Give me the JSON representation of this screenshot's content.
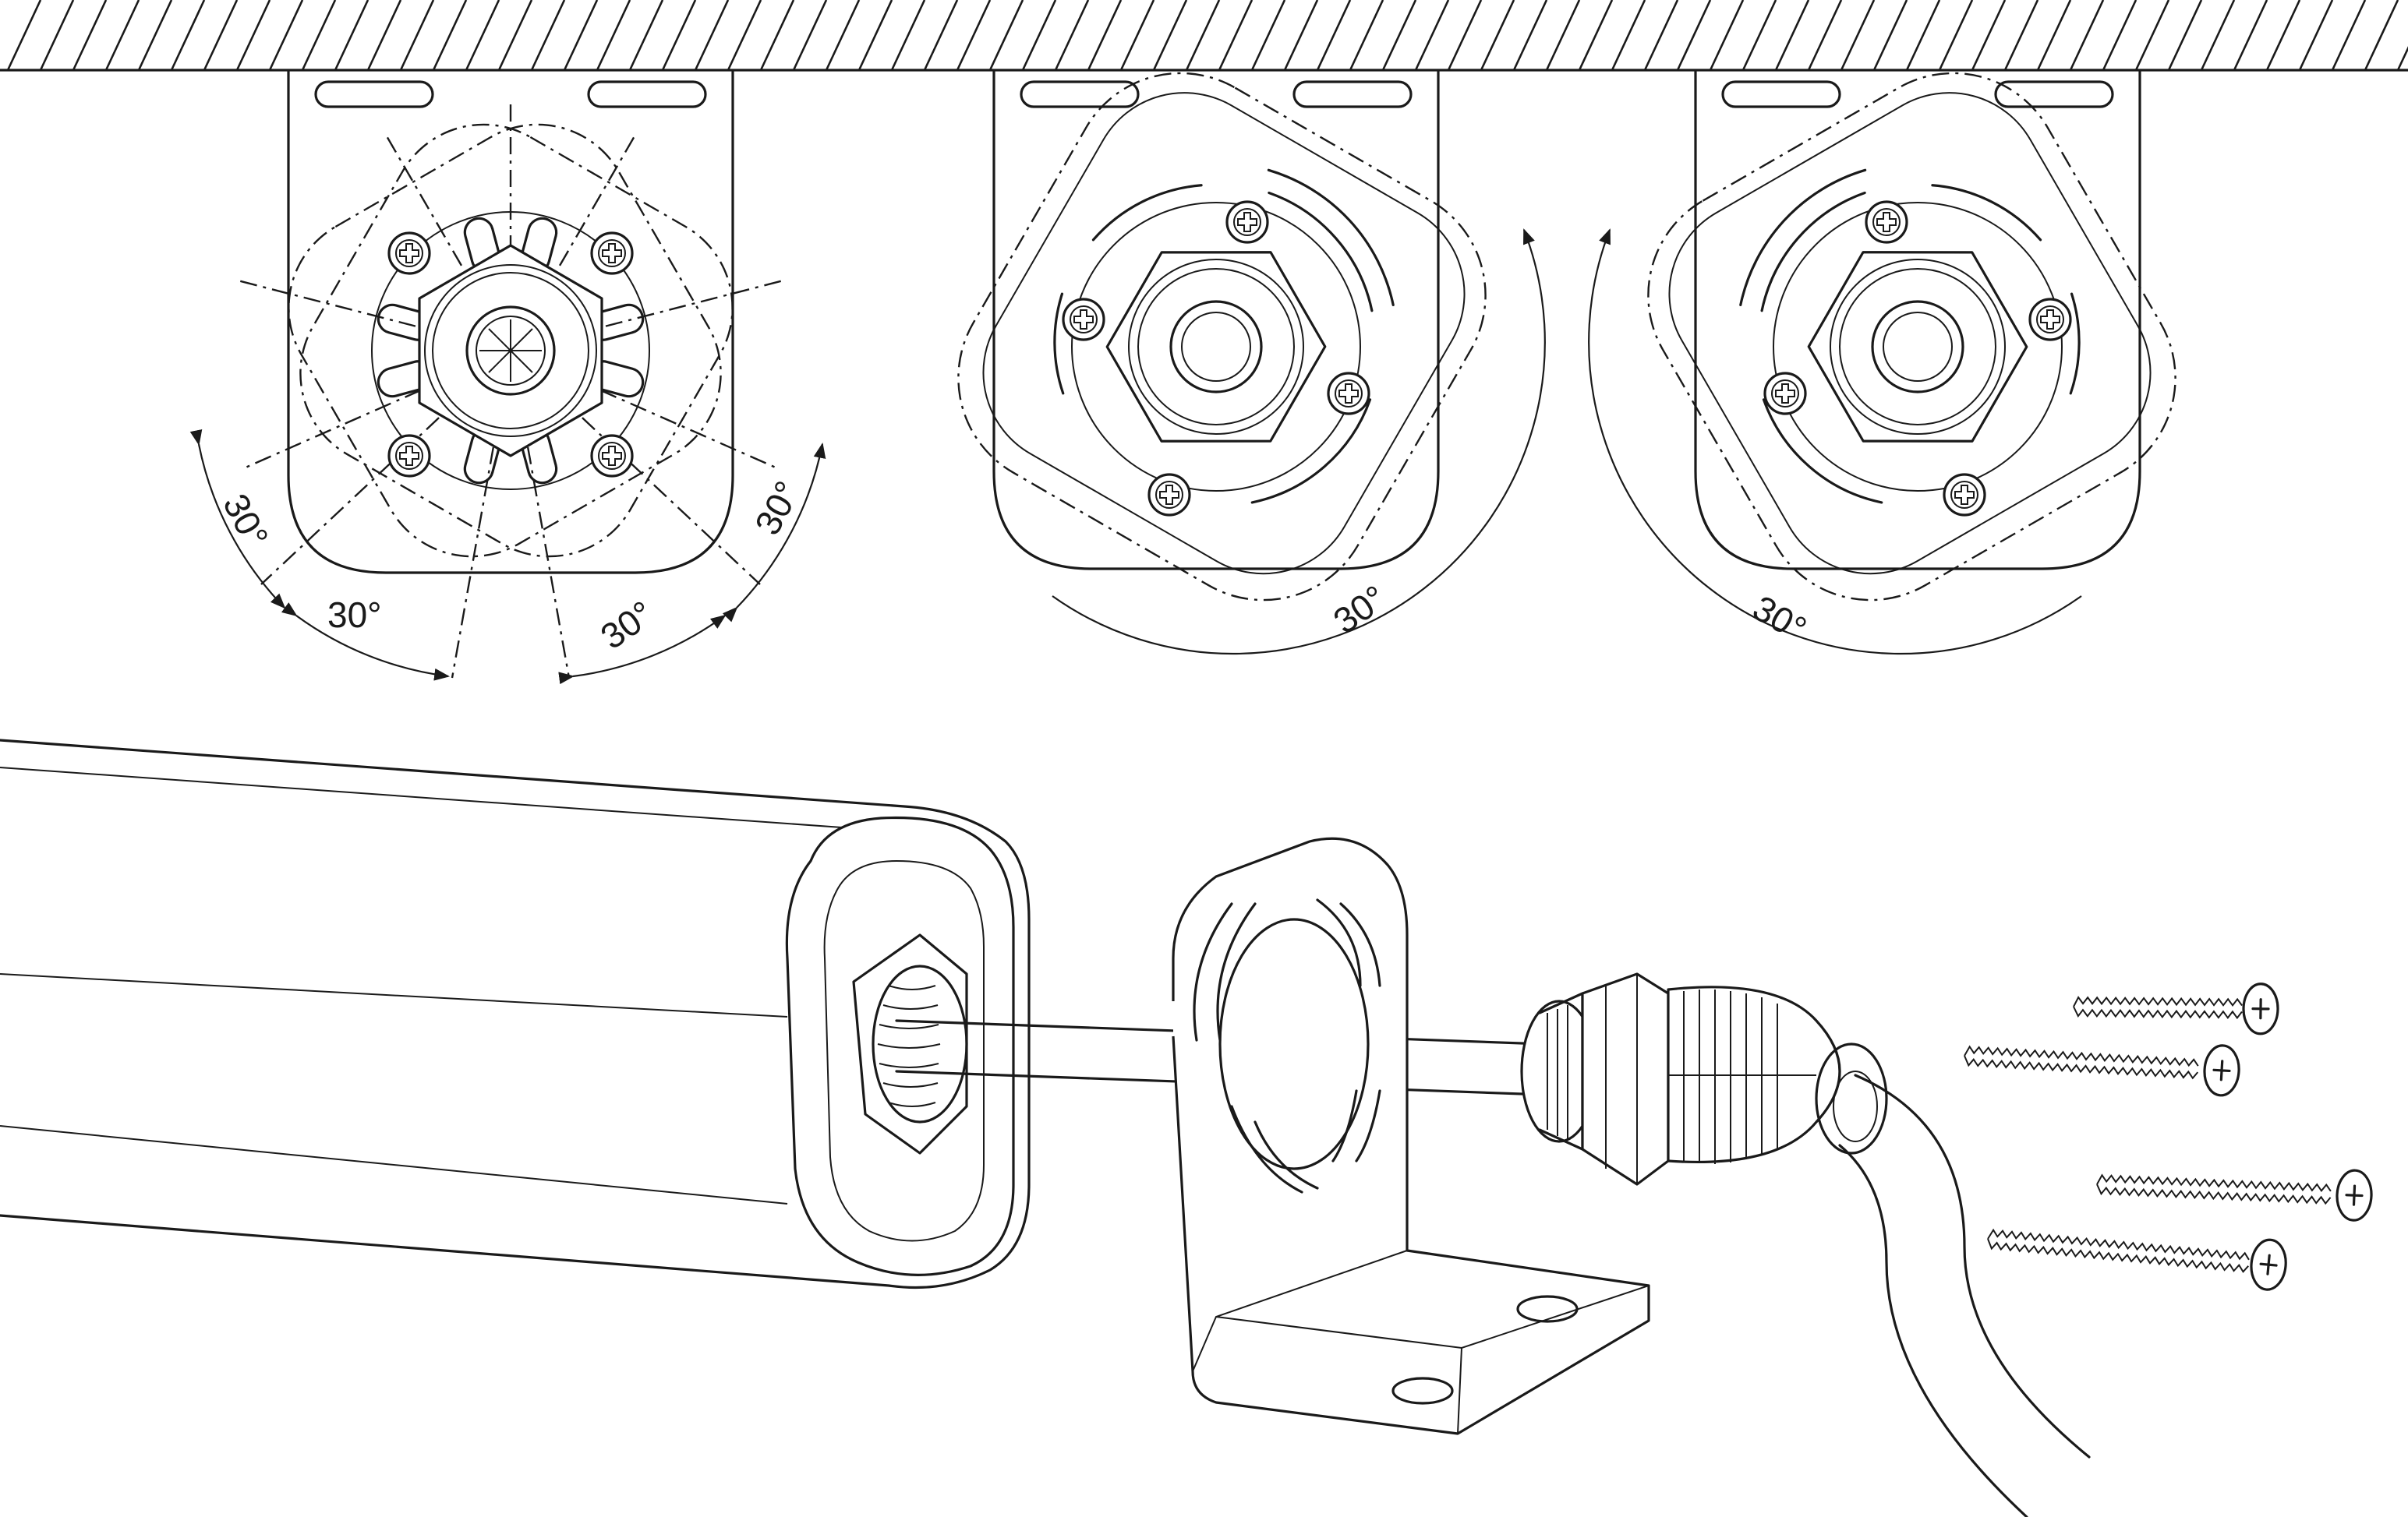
{
  "angle_labels": {
    "front_view_top_left": "30°",
    "front_view_bottom_left": "30°",
    "front_view_bottom_right": "30°",
    "front_view_top_right": "30°",
    "rotated_clockwise": "30°",
    "rotated_counterclockwise": "30°"
  }
}
